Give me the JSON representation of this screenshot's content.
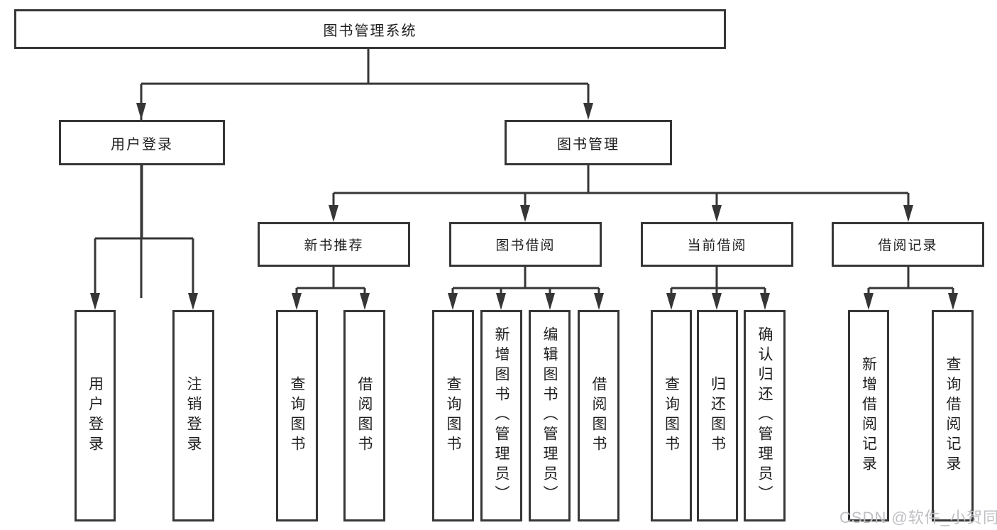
{
  "title": "图书管理系统",
  "tree": {
    "root": {
      "label": "图书管理系统"
    },
    "branches": [
      {
        "label": "用户登录",
        "children": [
          {
            "label": "用户登录"
          },
          {
            "label": "注销登录"
          }
        ]
      },
      {
        "label": "图书管理",
        "children": [
          {
            "label": "新书推荐",
            "children": [
              {
                "label": "查询图书"
              },
              {
                "label": "借阅图书"
              }
            ]
          },
          {
            "label": "图书借阅",
            "children": [
              {
                "label": "查询图书"
              },
              {
                "label": "新增图书（管理员）"
              },
              {
                "label": "编辑图书（管理员）"
              },
              {
                "label": "借阅图书"
              }
            ]
          },
          {
            "label": "当前借阅",
            "children": [
              {
                "label": "查询图书"
              },
              {
                "label": "归还图书"
              },
              {
                "label": "确认归还（管理员）"
              }
            ]
          },
          {
            "label": "借阅记录",
            "children": [
              {
                "label": "新增借阅记录"
              },
              {
                "label": "查询借阅记录"
              }
            ]
          }
        ]
      }
    ]
  },
  "watermark": {
    "text": "CSDN @软件_小贺同学"
  },
  "colors": {
    "line": "#363636",
    "box_border": "#363636",
    "box_fill": "#ffffff",
    "text": "#1e1e1e",
    "watermark": "#bfbfc4",
    "background": "#ffffff"
  }
}
